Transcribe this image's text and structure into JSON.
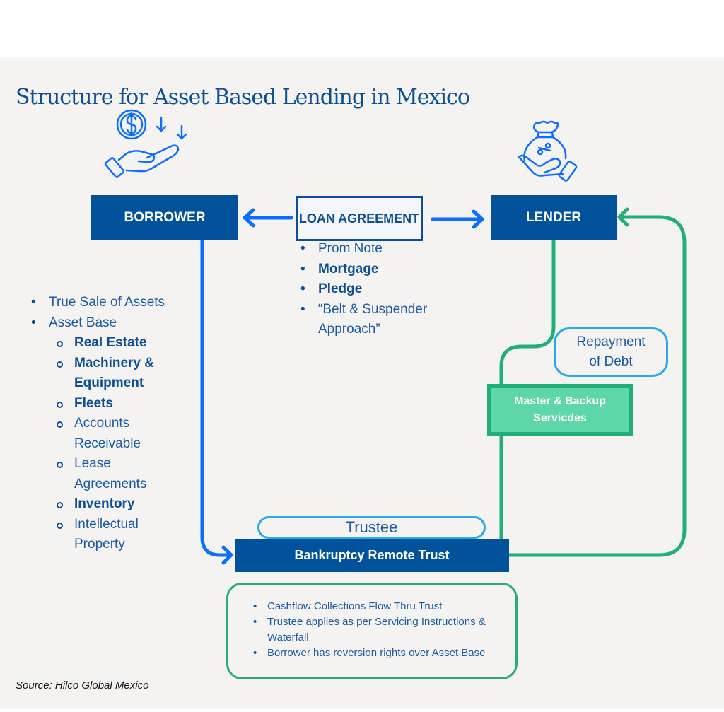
{
  "title": "Structure for Asset Based Lending in Mexico",
  "colors": {
    "navy": "#02529b",
    "bright_blue": "#0d6efd",
    "green": "#21ae77",
    "light_green": "#5dd6a8",
    "sky_blue": "#29a9e6",
    "background": "#f4f3f2"
  },
  "icons": {
    "borrower": "hand-receiving-coin-icon",
    "lender": "hand-holding-money-bag-percent-icon"
  },
  "nodes": {
    "borrower": "BORROWER",
    "loan_agreement": "LOAN AGREEMENT",
    "lender": "LENDER",
    "repayment": "Repayment of Debt",
    "servicer": "Master & Backup Servicdes",
    "trustee": "Trustee",
    "trust": "Bankruptcy Remote Trust"
  },
  "loan_agreement_items": [
    {
      "text": "Prom Note",
      "bold": false
    },
    {
      "text": "Mortgage",
      "bold": true
    },
    {
      "text": "Pledge",
      "bold": true
    },
    {
      "text": "“Belt & Suspender Approach”",
      "bold": false
    }
  ],
  "borrower_items": [
    {
      "text": "True Sale of Assets",
      "bold": false
    },
    {
      "text": "Asset Base",
      "bold": false
    }
  ],
  "asset_base_items": [
    {
      "text": "Real Estate",
      "bold": true
    },
    {
      "text": "Machinery & Equipment",
      "bold": true
    },
    {
      "text": "Fleets",
      "bold": true
    },
    {
      "text": "Accounts Receivable",
      "bold": false
    },
    {
      "text": "Lease Agreements",
      "bold": false
    },
    {
      "text": "Inventory",
      "bold": true
    },
    {
      "text": "Intellectual Property",
      "bold": false
    }
  ],
  "trust_notes": [
    "Cashflow Collections Flow Thru Trust",
    "Trustee applies as per Servicing Instructions & Waterfall",
    "Borrower has reversion rights over Asset Base"
  ],
  "source": "Source: Hilco Global Mexico"
}
